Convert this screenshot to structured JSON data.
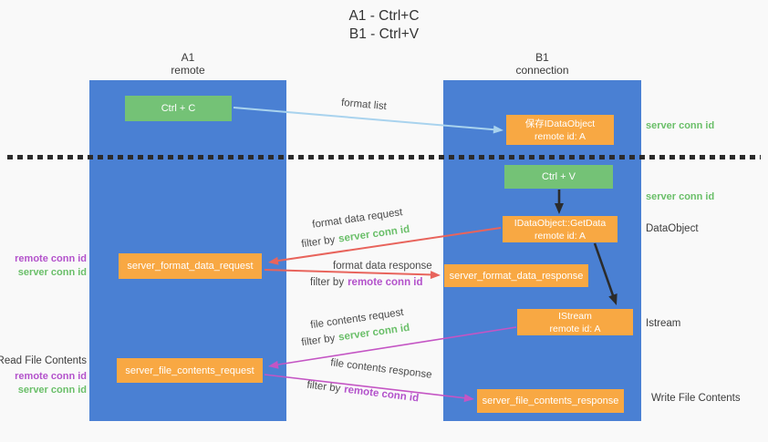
{
  "colors": {
    "bg": "#f9f9f9",
    "lane": "#4a80d3",
    "green": "#74c276",
    "orange": "#f8a843",
    "red": "#e8645c",
    "magenta": "#c455c4",
    "lightblue": "#a9d3ee",
    "purpletext": "#b352cb",
    "greentext": "#6abf69",
    "dark": "#3c3c3c",
    "black": "#2b2b2b"
  },
  "title": {
    "line1": "A1 - Ctrl+C",
    "line2": "B1 - Ctrl+V"
  },
  "lanes": {
    "left": {
      "title": "A1",
      "subtitle": "remote"
    },
    "right": {
      "title": "B1",
      "subtitle": "connection"
    }
  },
  "nodes": {
    "ctrl_c": {
      "label": "Ctrl + C"
    },
    "save_idataobject": {
      "line1": "保存IDataObject",
      "line2": "remote id: A"
    },
    "ctrl_v": {
      "label": "Ctrl + V"
    },
    "getdata": {
      "line1": "IDataObject::GetData",
      "line2": "remote id: A"
    },
    "format_request": {
      "label": "server_format_data_request"
    },
    "format_response": {
      "label": "server_format_data_response"
    },
    "istream": {
      "line1": "IStream",
      "line2": "remote id: A"
    },
    "file_request": {
      "label": "server_file_contents_request"
    },
    "file_response": {
      "label": "server_file_contents_response"
    }
  },
  "flow_labels": {
    "format_list": "format list",
    "format_data_request": "format data request",
    "format_data_response": "format data response",
    "file_contents_request": "file contents request",
    "file_contents_response": "file contents response",
    "filter_by": "filter by",
    "server_conn_id": "server conn id",
    "remote_conn_id": "remote conn id"
  },
  "side_labels": {
    "right_server_conn_1": "server conn id",
    "right_server_conn_2": "server conn id",
    "dataobject": "DataObject",
    "istream": "Istream",
    "write_file_contents": "Write File Contents",
    "left_remote_conn_1": "remote conn id",
    "left_server_conn_1": "server conn id",
    "read_file_contents": "Read File Contents",
    "left_remote_conn_2": "remote conn id",
    "left_server_conn_2": "server conn id"
  }
}
